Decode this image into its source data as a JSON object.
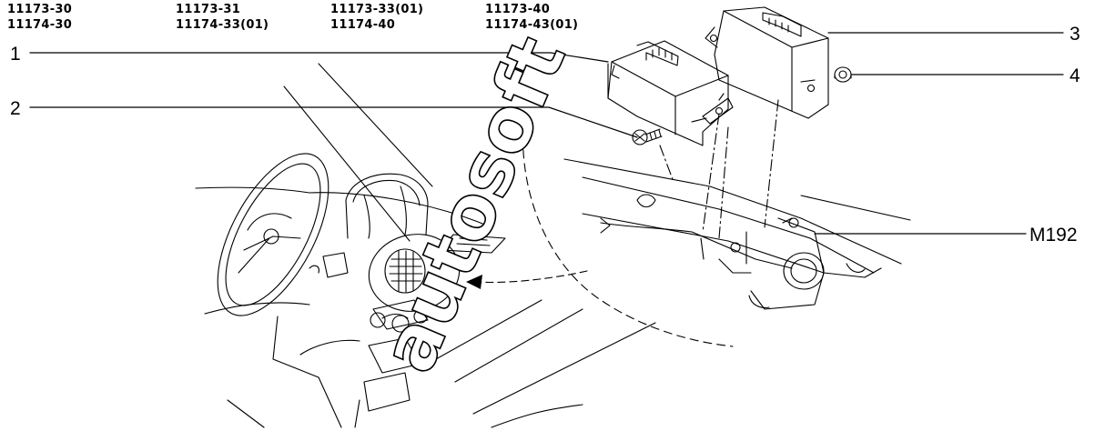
{
  "model_codes": [
    {
      "row": 1,
      "col": 1,
      "code": "11173-30"
    },
    {
      "row": 1,
      "col": 2,
      "code": "11173-31"
    },
    {
      "row": 1,
      "col": 3,
      "code": "11173-33(01)"
    },
    {
      "row": 1,
      "col": 4,
      "code": "11173-40"
    },
    {
      "row": 2,
      "col": 1,
      "code": "11174-30"
    },
    {
      "row": 2,
      "col": 2,
      "code": "11174-33(01)"
    },
    {
      "row": 2,
      "col": 3,
      "code": "11174-40"
    },
    {
      "row": 2,
      "col": 4,
      "code": "11174-43(01)"
    }
  ],
  "callouts": {
    "part_1": "1",
    "part_2": "2",
    "part_3": "3",
    "part_4": "4",
    "location": "M192"
  },
  "watermark": "autosoft",
  "colors": {
    "line": "#000000",
    "background": "#ffffff"
  }
}
